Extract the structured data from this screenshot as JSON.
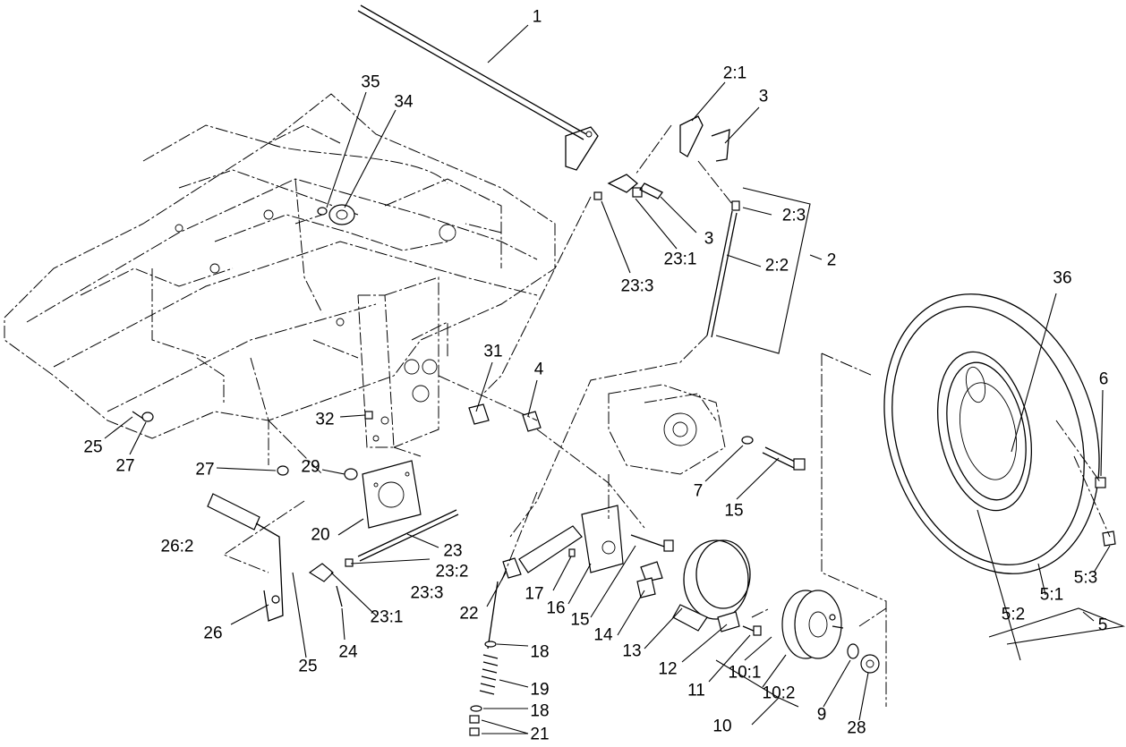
{
  "diagram": {
    "labels": [
      {
        "id": "p1",
        "text": "1"
      },
      {
        "id": "p2_1",
        "text": "2:1"
      },
      {
        "id": "p3a",
        "text": "3"
      },
      {
        "id": "p35",
        "text": "35"
      },
      {
        "id": "p34",
        "text": "34"
      },
      {
        "id": "p2_3",
        "text": "2:3"
      },
      {
        "id": "p3b",
        "text": "3"
      },
      {
        "id": "p23_1a",
        "text": "23:1"
      },
      {
        "id": "p23_3a",
        "text": "23:3"
      },
      {
        "id": "p2_2",
        "text": "2:2"
      },
      {
        "id": "p2",
        "text": "2"
      },
      {
        "id": "p36",
        "text": "36"
      },
      {
        "id": "p31",
        "text": "31"
      },
      {
        "id": "p4",
        "text": "4"
      },
      {
        "id": "p6",
        "text": "6"
      },
      {
        "id": "p7",
        "text": "7"
      },
      {
        "id": "p15a",
        "text": "15"
      },
      {
        "id": "p25a",
        "text": "25"
      },
      {
        "id": "p27a",
        "text": "27"
      },
      {
        "id": "p32",
        "text": "32"
      },
      {
        "id": "p29",
        "text": "29"
      },
      {
        "id": "p27b",
        "text": "27"
      },
      {
        "id": "p20",
        "text": "20"
      },
      {
        "id": "p23",
        "text": "23"
      },
      {
        "id": "p23_2",
        "text": "23:2"
      },
      {
        "id": "p26_2",
        "text": "26:2"
      },
      {
        "id": "p23_3b",
        "text": "23:3"
      },
      {
        "id": "p23_1b",
        "text": "23:1"
      },
      {
        "id": "p22",
        "text": "22"
      },
      {
        "id": "p17",
        "text": "17"
      },
      {
        "id": "p16",
        "text": "16"
      },
      {
        "id": "p15b",
        "text": "15"
      },
      {
        "id": "p14",
        "text": "14"
      },
      {
        "id": "p13",
        "text": "13"
      },
      {
        "id": "p5_3",
        "text": "5:3"
      },
      {
        "id": "p5_1",
        "text": "5:1"
      },
      {
        "id": "p5_2",
        "text": "5:2"
      },
      {
        "id": "p5",
        "text": "5"
      },
      {
        "id": "p26",
        "text": "26"
      },
      {
        "id": "p25b",
        "text": "25"
      },
      {
        "id": "p24",
        "text": "24"
      },
      {
        "id": "p18a",
        "text": "18"
      },
      {
        "id": "p12",
        "text": "12"
      },
      {
        "id": "p10_1",
        "text": "10:1"
      },
      {
        "id": "p19",
        "text": "19"
      },
      {
        "id": "p11",
        "text": "11"
      },
      {
        "id": "p10_2",
        "text": "10:2"
      },
      {
        "id": "p18b",
        "text": "18"
      },
      {
        "id": "p10",
        "text": "10"
      },
      {
        "id": "p9",
        "text": "9"
      },
      {
        "id": "p28",
        "text": "28"
      },
      {
        "id": "p21",
        "text": "21"
      }
    ]
  }
}
